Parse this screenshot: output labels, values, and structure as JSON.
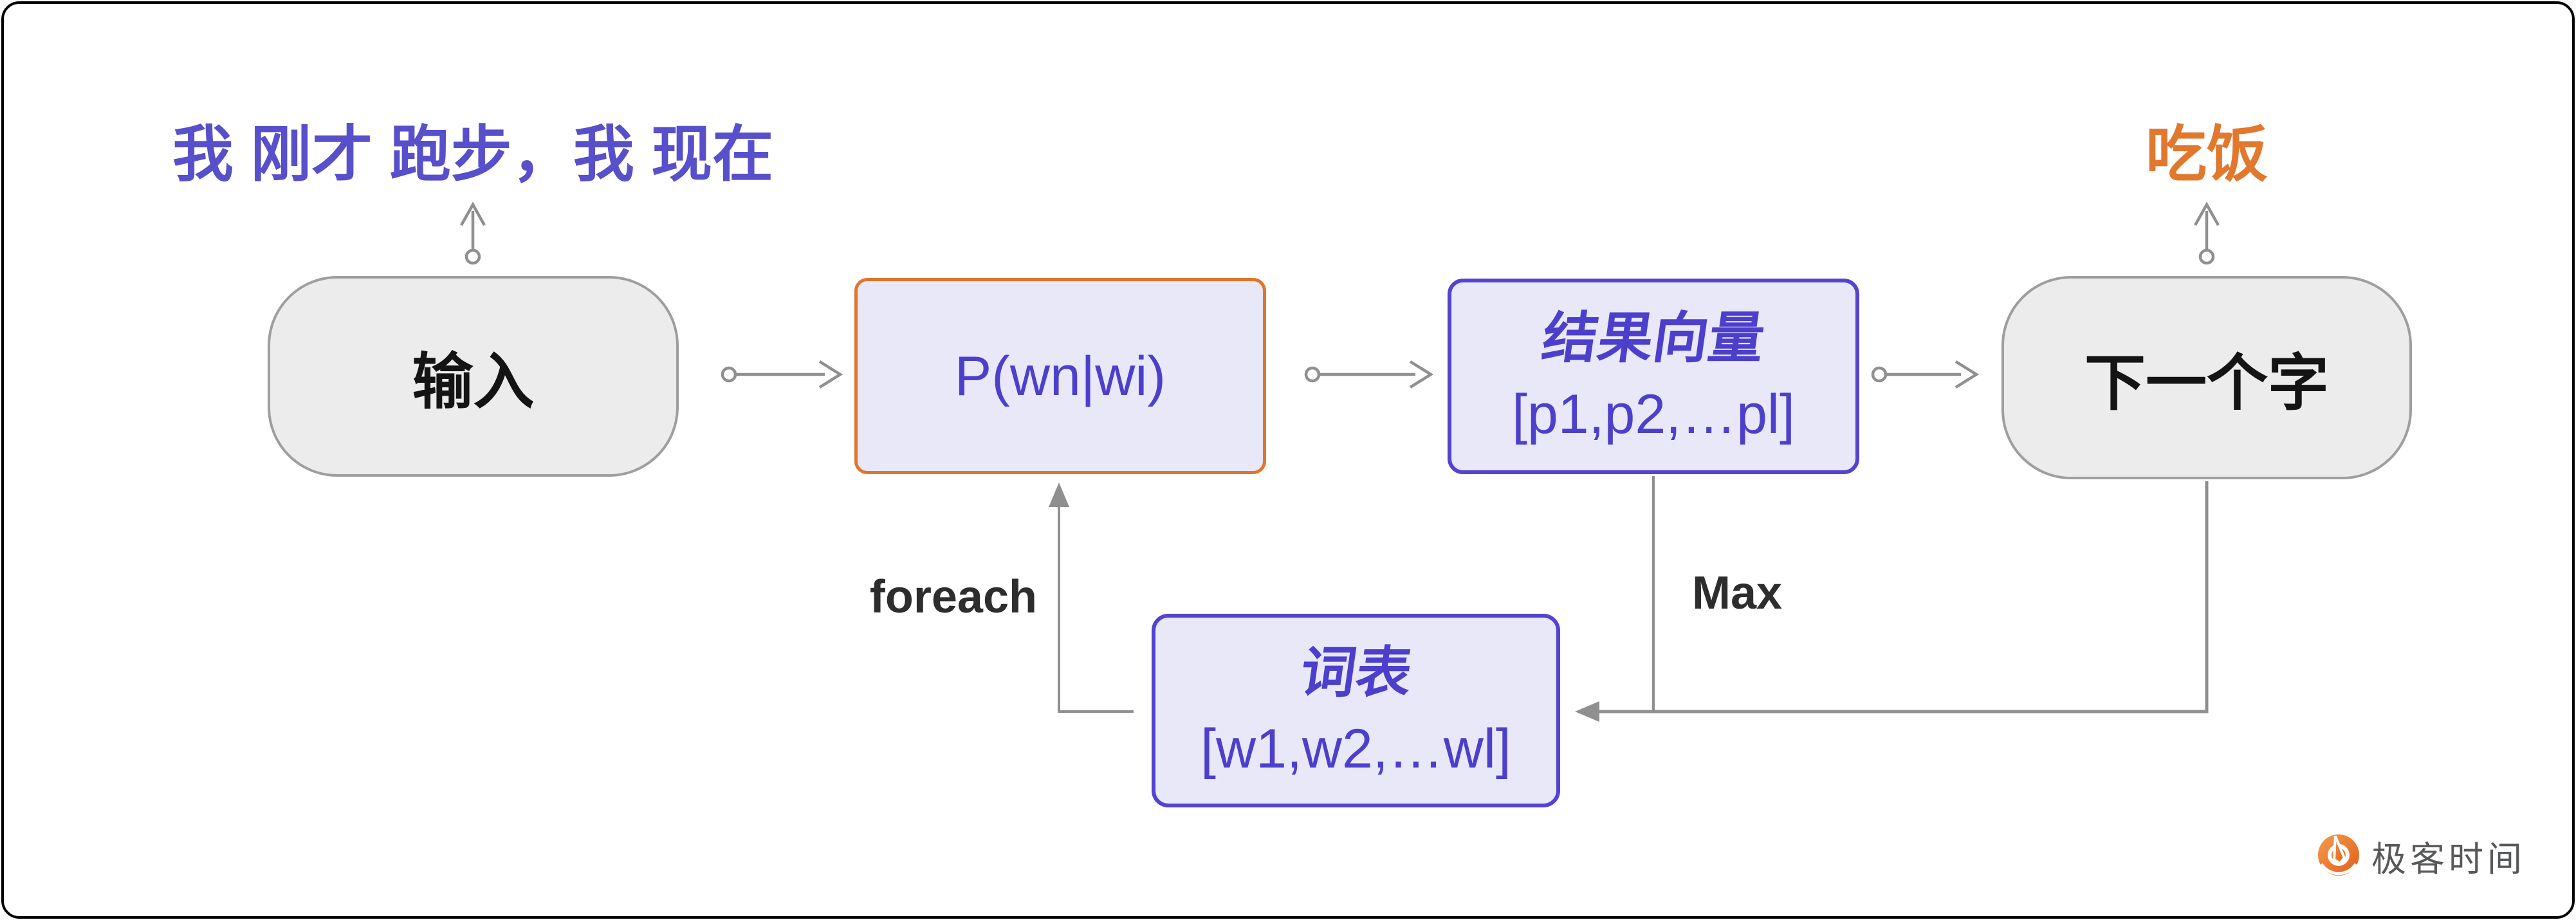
{
  "colors": {
    "background": "#ffffff",
    "frame": "#000000",
    "purple_text": "#4c3fcc",
    "purple_border": "#5443d1",
    "lavender_fill": "#e9e8f8",
    "orange_border": "#e0752c",
    "orange_text": "#e1782e",
    "sentence_purple": "#584fcb",
    "pill_fill": "#ececec",
    "pill_border": "#9e9e9e",
    "line_gray": "#8f8f8f",
    "edge_label_dark": "#2d2d2d",
    "logo_text_gray": "#57585a",
    "logo_orange": "#e8702a"
  },
  "annotations": {
    "input_sentence": "我 刚才 跑步，我 现在",
    "predicted_word": "吃饭",
    "loop_label": "foreach",
    "max_label": "Max"
  },
  "nodes": {
    "input": {
      "label": "输入"
    },
    "probability": {
      "label": "P(wn|wi)"
    },
    "result_vector": {
      "title": "结果向量",
      "vector": "[p1,p2,…pl]"
    },
    "next_char": {
      "label": "下一个字"
    },
    "vocabulary": {
      "title": "词表",
      "vector": "[w1,w2,…wl]"
    }
  },
  "logo": {
    "brand": "极客时间"
  }
}
